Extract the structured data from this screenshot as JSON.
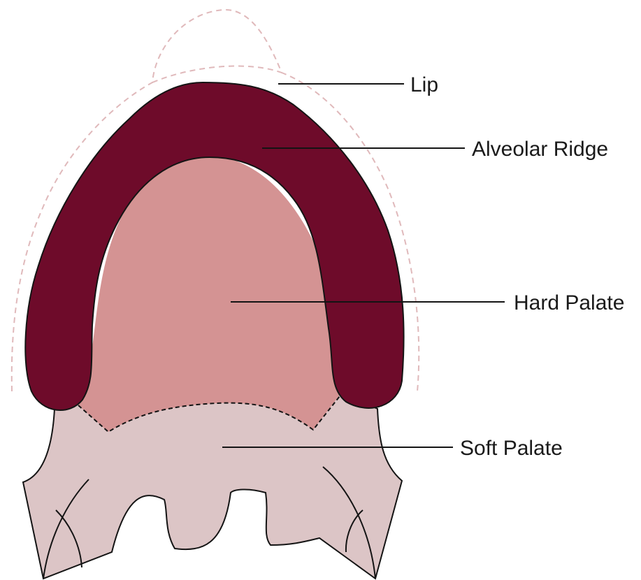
{
  "labels": {
    "lip": "Lip",
    "alveolar_ridge": "Alveolar Ridge",
    "hard_palate": "Hard Palate",
    "soft_palate": "Soft Palate"
  },
  "colors": {
    "lip_outline": "#e0b9bb",
    "alveolar_ridge": "#6e0b2a",
    "hard_palate": "#d49393",
    "soft_palate": "#dcc5c6",
    "outline": "#141414",
    "leader_line": "#141414"
  }
}
